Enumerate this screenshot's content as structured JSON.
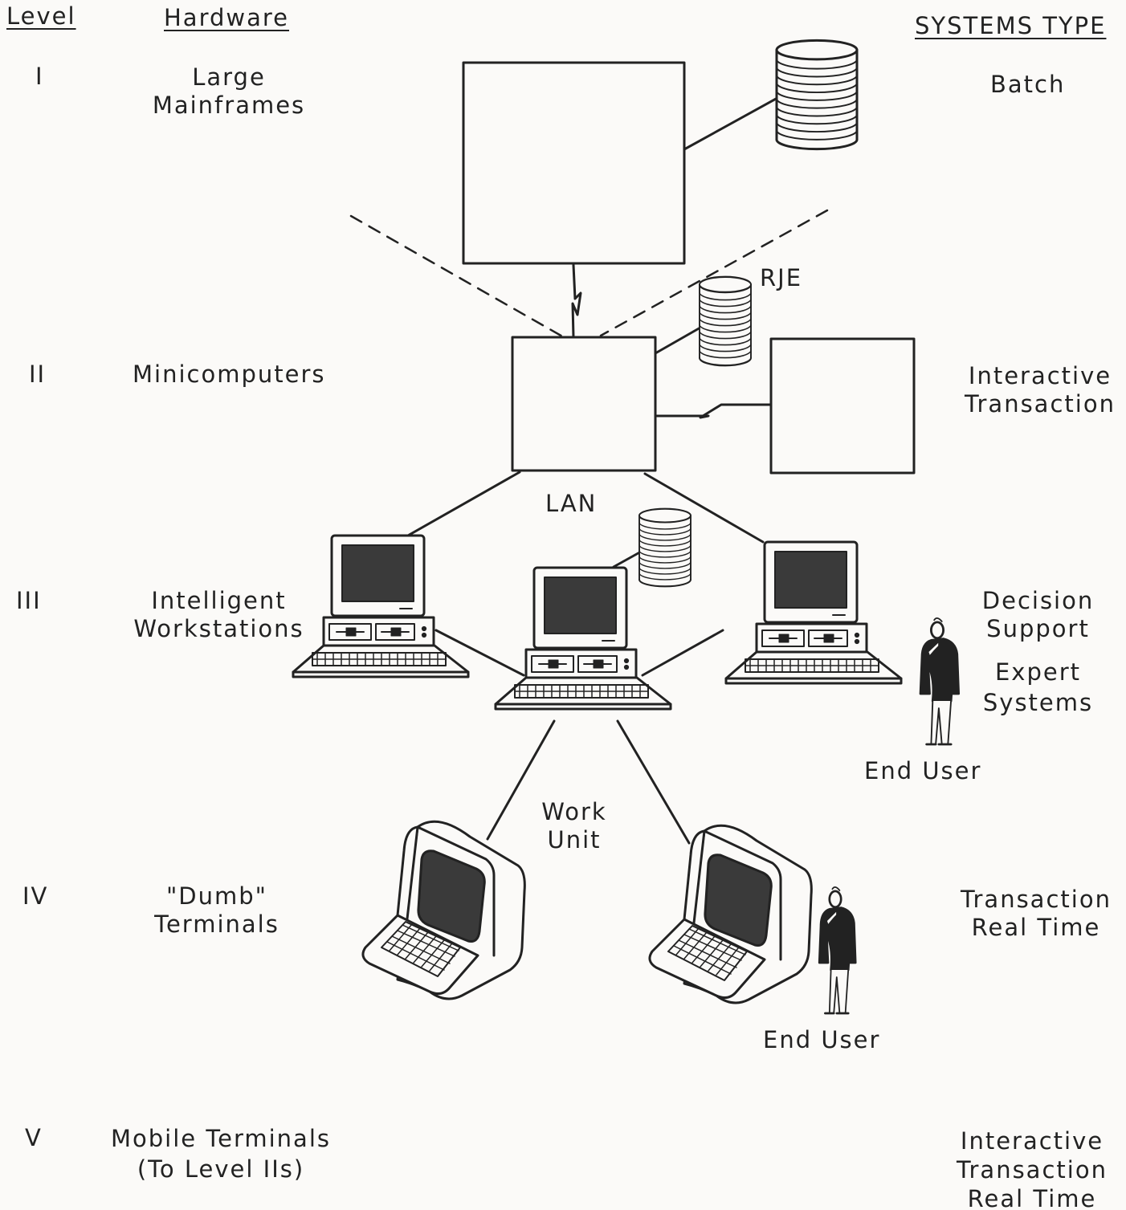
{
  "headers": {
    "level": "Level",
    "hardware": "Hardware",
    "systems_type": "SYSTEMS TYPE"
  },
  "rows": [
    {
      "level": "I",
      "hardware": [
        "Large",
        "Mainframes"
      ],
      "systems": [
        "Batch"
      ]
    },
    {
      "level": "II",
      "hardware": [
        "Minicomputers"
      ],
      "systems": [
        "Interactive",
        "Transaction"
      ]
    },
    {
      "level": "III",
      "hardware": [
        "Intelligent",
        "Workstations"
      ],
      "systems": [
        "Decision",
        "Support",
        "Expert",
        "Systems"
      ]
    },
    {
      "level": "IV",
      "hardware": [
        "\"Dumb\"",
        "Terminals"
      ],
      "systems": [
        "Transaction",
        "Real Time"
      ]
    },
    {
      "level": "V",
      "hardware": [
        "Mobile Terminals",
        "(To Level IIs)"
      ],
      "systems": [
        "Interactive",
        "Transaction",
        "Real Time"
      ]
    }
  ],
  "labels": {
    "rje": "RJE",
    "lan": "LAN",
    "work_unit": [
      "Work",
      "Unit"
    ],
    "end_user_1": "End User",
    "end_user_2": "End User"
  },
  "colors": {
    "ink": "#222222",
    "screen": "#3a3a3a",
    "paper": "#fbfaf8"
  }
}
